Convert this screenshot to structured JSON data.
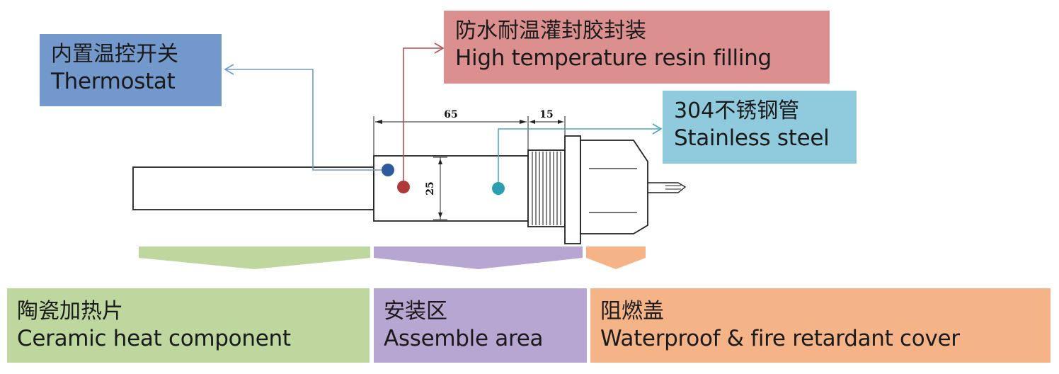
{
  "callouts": {
    "thermostat": {
      "zh": "内置温控开关",
      "en": "Thermostat",
      "color": "#7398cc",
      "marker_color": "#2d5b9c"
    },
    "resin": {
      "zh": "防水耐温灌封胶封装",
      "en": "High temperature resin filling",
      "color": "#db8f8f",
      "marker_color": "#b03a3a"
    },
    "steel": {
      "zh": "304不锈钢管",
      "en": "Stainless steel",
      "color": "#8fcbdd",
      "marker_color": "#2a9fb3"
    }
  },
  "dimensions": {
    "tube_length": "65",
    "thread_length": "15",
    "diameter": "25"
  },
  "sections": {
    "ceramic": {
      "zh": "陶瓷加热片",
      "en": "Ceramic heat component",
      "color": "#bdd79e"
    },
    "assemble": {
      "zh": "安装区",
      "en": "Assemble area",
      "color": "#b8a6d2"
    },
    "cover": {
      "zh": "阻燃盖",
      "en": "Waterproof & fire retardant cover",
      "color": "#f5b487"
    }
  }
}
